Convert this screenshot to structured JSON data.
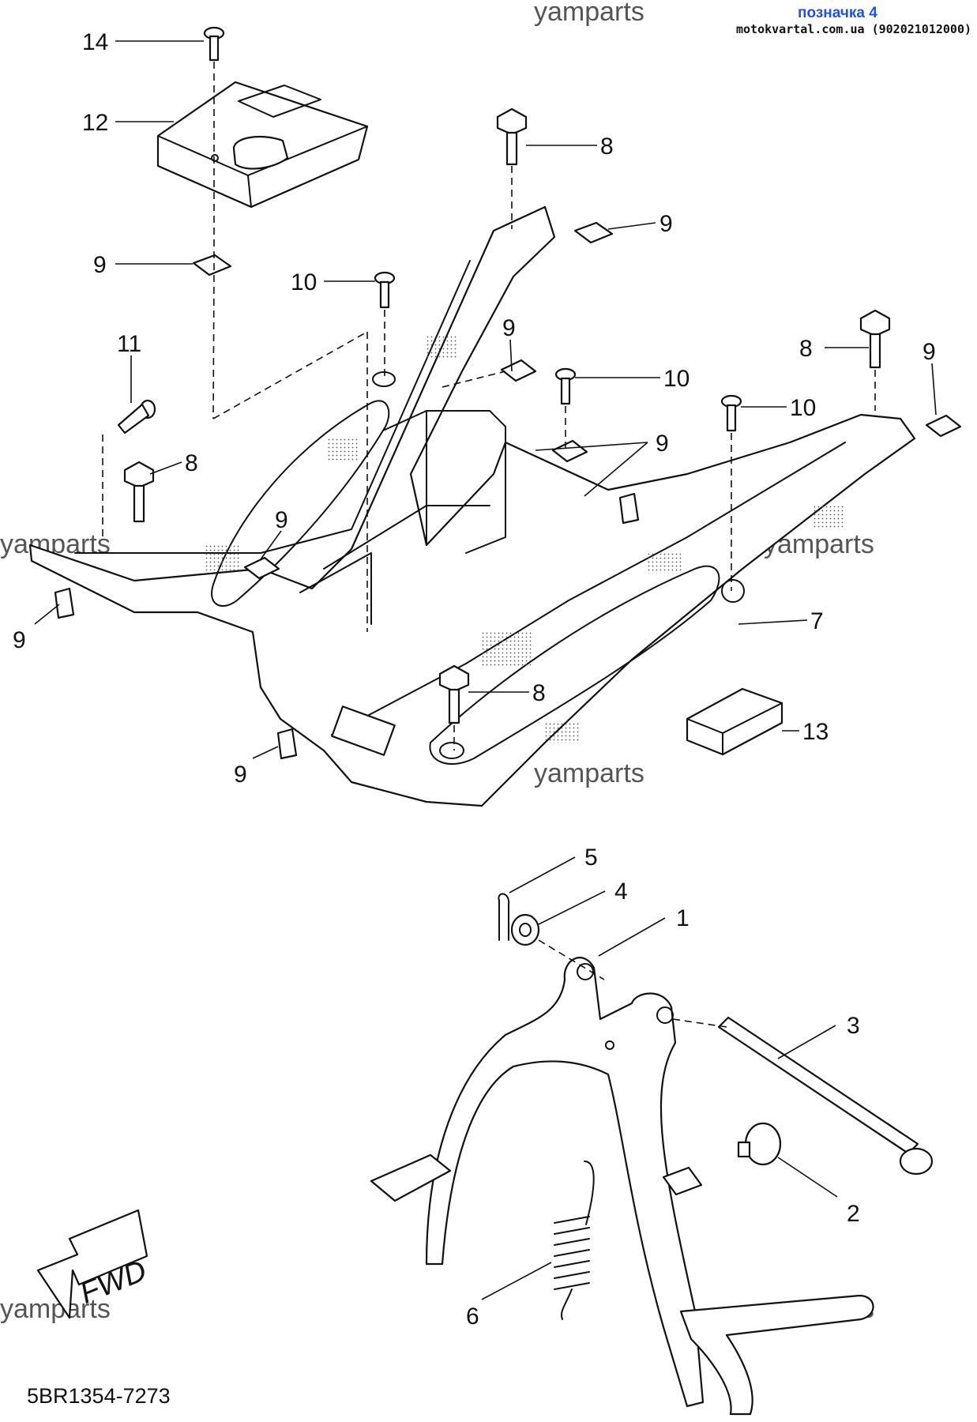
{
  "header": {
    "title": "позначка 4",
    "site": "motokvartal.com.ua (902021012000)"
  },
  "watermark": "yamparts",
  "diagram_code": "5BR1354-7273",
  "fwd_label": "FWD",
  "callouts": [
    {
      "id": "c14",
      "label": "14"
    },
    {
      "id": "c12",
      "label": "12"
    },
    {
      "id": "c8a",
      "label": "8"
    },
    {
      "id": "c9a",
      "label": "9"
    },
    {
      "id": "c9b",
      "label": "9"
    },
    {
      "id": "c10a",
      "label": "10"
    },
    {
      "id": "c11",
      "label": "11"
    },
    {
      "id": "c9c",
      "label": "9"
    },
    {
      "id": "c10b",
      "label": "10"
    },
    {
      "id": "c8b",
      "label": "8"
    },
    {
      "id": "c9d",
      "label": "9"
    },
    {
      "id": "c10c",
      "label": "10"
    },
    {
      "id": "c8c",
      "label": "8"
    },
    {
      "id": "c9e",
      "label": "9"
    },
    {
      "id": "c9f",
      "label": "9"
    },
    {
      "id": "c9g",
      "label": "9"
    },
    {
      "id": "c7",
      "label": "7"
    },
    {
      "id": "c8d",
      "label": "8"
    },
    {
      "id": "c13",
      "label": "13"
    },
    {
      "id": "c9h",
      "label": "9"
    },
    {
      "id": "c5",
      "label": "5"
    },
    {
      "id": "c4",
      "label": "4"
    },
    {
      "id": "c1",
      "label": "1"
    },
    {
      "id": "c3",
      "label": "3"
    },
    {
      "id": "c2",
      "label": "2"
    },
    {
      "id": "c6",
      "label": "6"
    }
  ]
}
